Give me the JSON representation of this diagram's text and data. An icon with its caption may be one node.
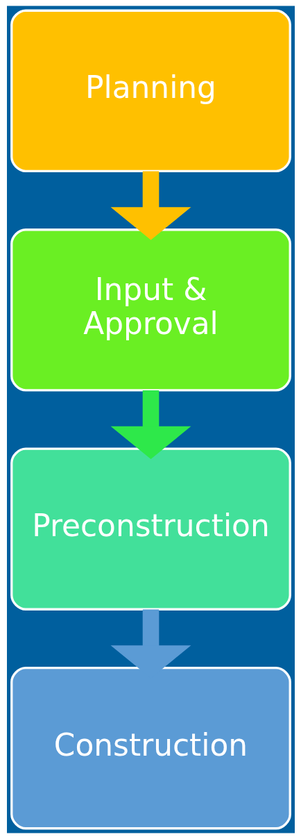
{
  "diagram": {
    "nodes": [
      {
        "text": [
          "Planning"
        ]
      },
      {
        "text": [
          "Input & Approval"
        ]
      },
      {
        "text": [
          "Preconstruction"
        ]
      },
      {
        "text": [
          "Construction"
        ]
      }
    ],
    "edges": [
      {
        "from": 0,
        "to": 1,
        "arrow": "to",
        "color": "#ffc000"
      },
      {
        "from": 1,
        "to": 2,
        "arrow": "to",
        "color": "#2ee84a"
      },
      {
        "from": 2,
        "to": 3,
        "arrow": "to",
        "color": "#5b9bd5"
      }
    ]
  }
}
